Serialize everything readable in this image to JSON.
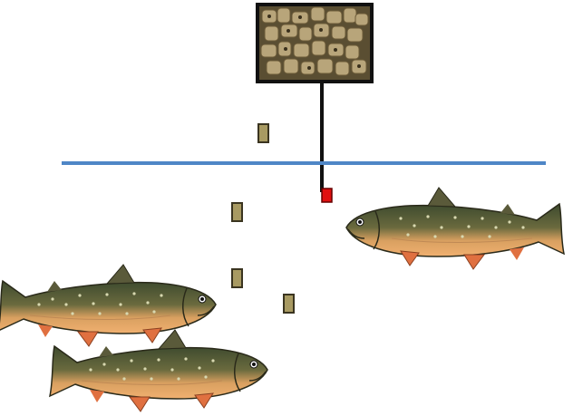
{
  "scene": {
    "feeder_image": "food-pellets-photo",
    "water_surface_color": "#4f86c6",
    "feed_line_color": "#111111",
    "trigger_color": "#e01010",
    "pellet_color": "#a89a62",
    "pellet_border_color": "#3a3420",
    "fish": [
      {
        "name": "arctic-char",
        "facing": "left"
      },
      {
        "name": "arctic-char",
        "facing": "right"
      },
      {
        "name": "arctic-char",
        "facing": "right"
      }
    ],
    "pellet_count": 4
  }
}
